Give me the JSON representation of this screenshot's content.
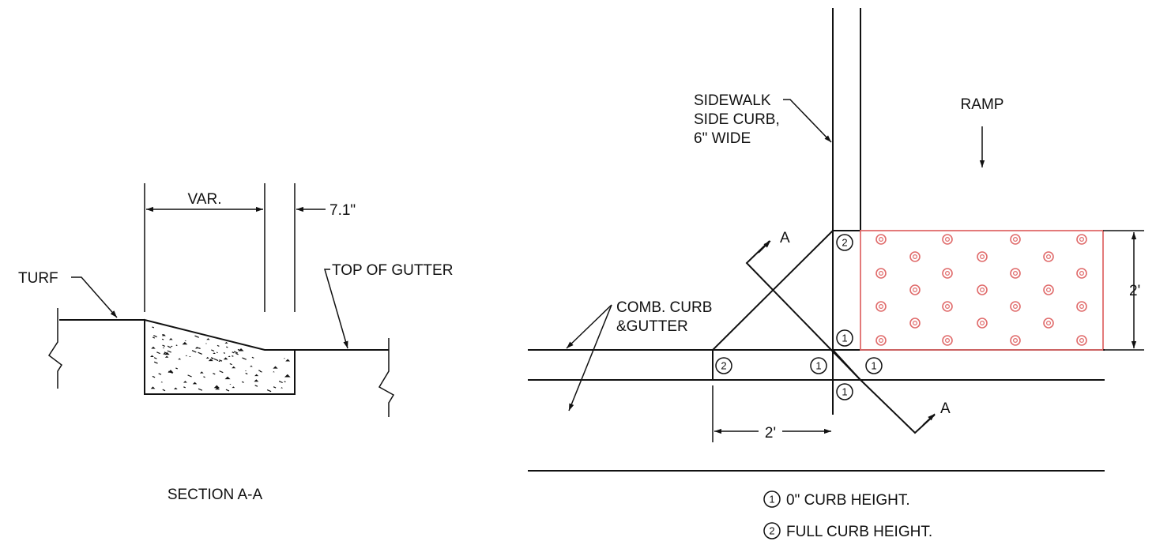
{
  "section": {
    "title": "SECTION A-A",
    "dim_var": "VAR.",
    "dim_7_1": "7.1\"",
    "turf": "TURF",
    "top_of_gutter": "TOP OF GUTTER"
  },
  "plan": {
    "sidewalk_label": [
      "SIDEWALK",
      "SIDE CURB,",
      "6\" WIDE"
    ],
    "ramp_label": "RAMP",
    "comb_curb_label": [
      "COMB. CURB",
      "&GUTTER"
    ],
    "section_mark": "A",
    "dim_2ft": "2'",
    "detectable_warning_color": "#e06b6b"
  },
  "legend": {
    "item1_marker": "1",
    "item1_text": "0\" CURB HEIGHT.",
    "item2_marker": "2",
    "item2_text": "FULL CURB HEIGHT."
  }
}
